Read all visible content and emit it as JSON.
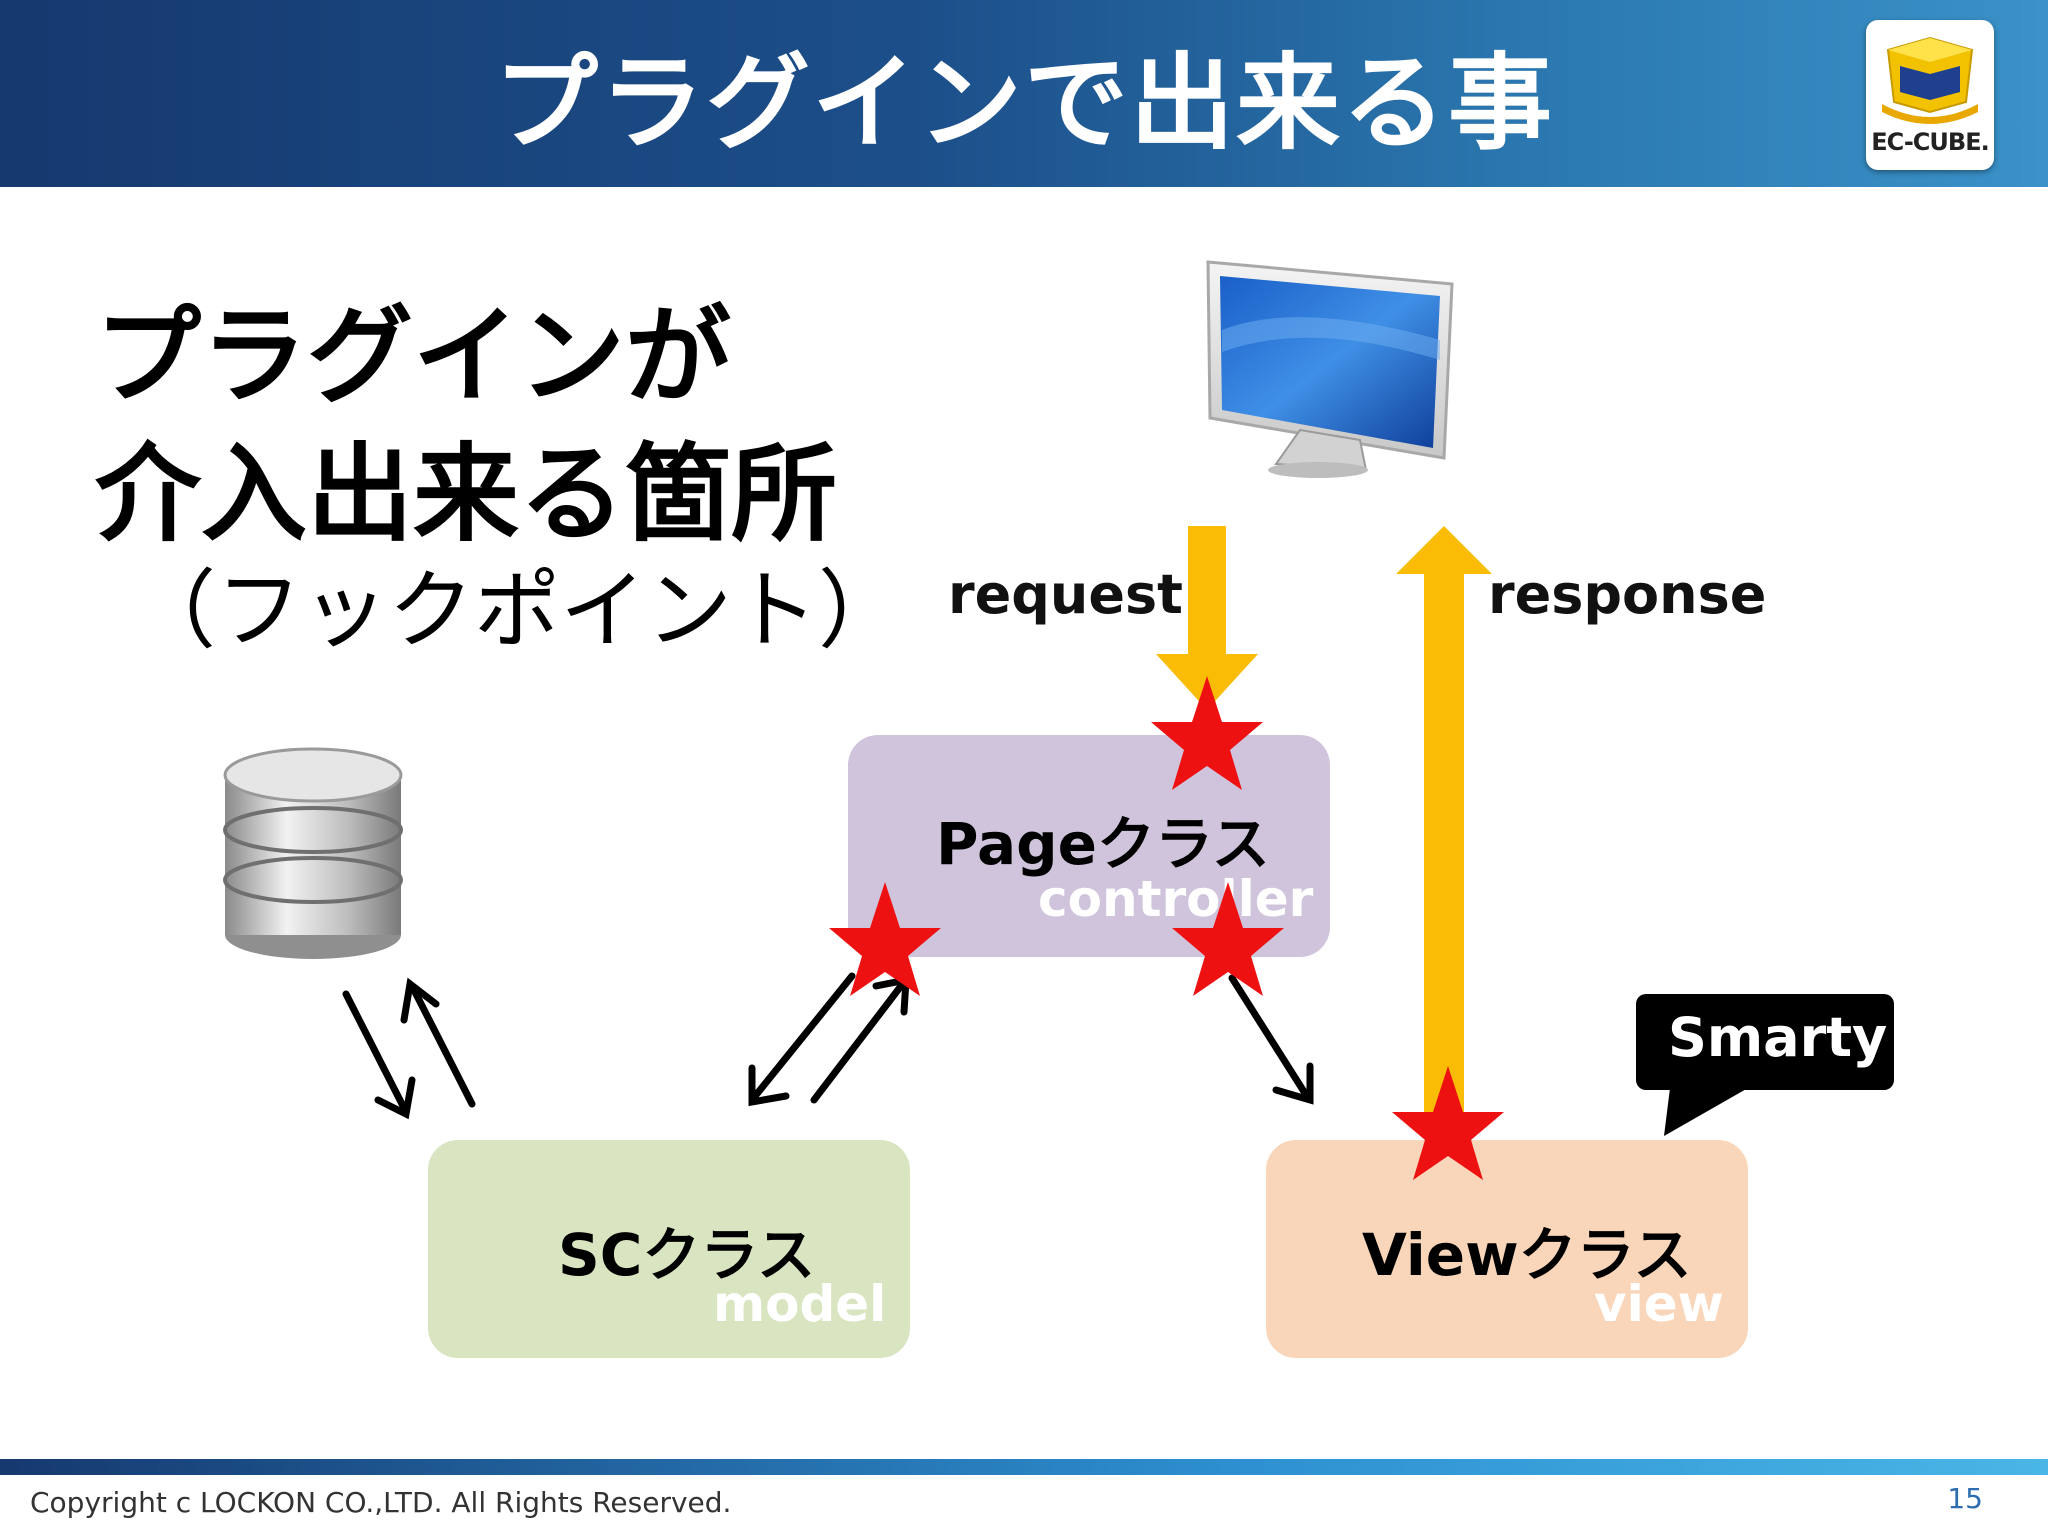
{
  "header": {
    "title": "プラグインで出来る事",
    "logo_text": "EC-CUBE."
  },
  "heading": {
    "line1": "プラグインが",
    "line2": "介入出来る箇所",
    "line3": "（フックポイント）"
  },
  "diagram": {
    "request_label": "request",
    "response_label": "response",
    "page_box": {
      "title": "Pageクラス",
      "subtitle": "controller"
    },
    "sc_box": {
      "title": "SCクラス",
      "subtitle": "model"
    },
    "view_box": {
      "title": "Viewクラス",
      "subtitle": "view"
    },
    "smarty_label": "Smarty"
  },
  "colors": {
    "header_bg": "#1c4f8a",
    "page_box": "#cfc4dc",
    "sc_box": "#d9e4c0",
    "view_box": "#f9d6b9",
    "arrow_flow": "#fbbc05",
    "hook_star": "#ee1111"
  },
  "footer": {
    "copyright": "Copyright c LOCKON CO.,LTD. All Rights Reserved.",
    "page_number": "15"
  }
}
